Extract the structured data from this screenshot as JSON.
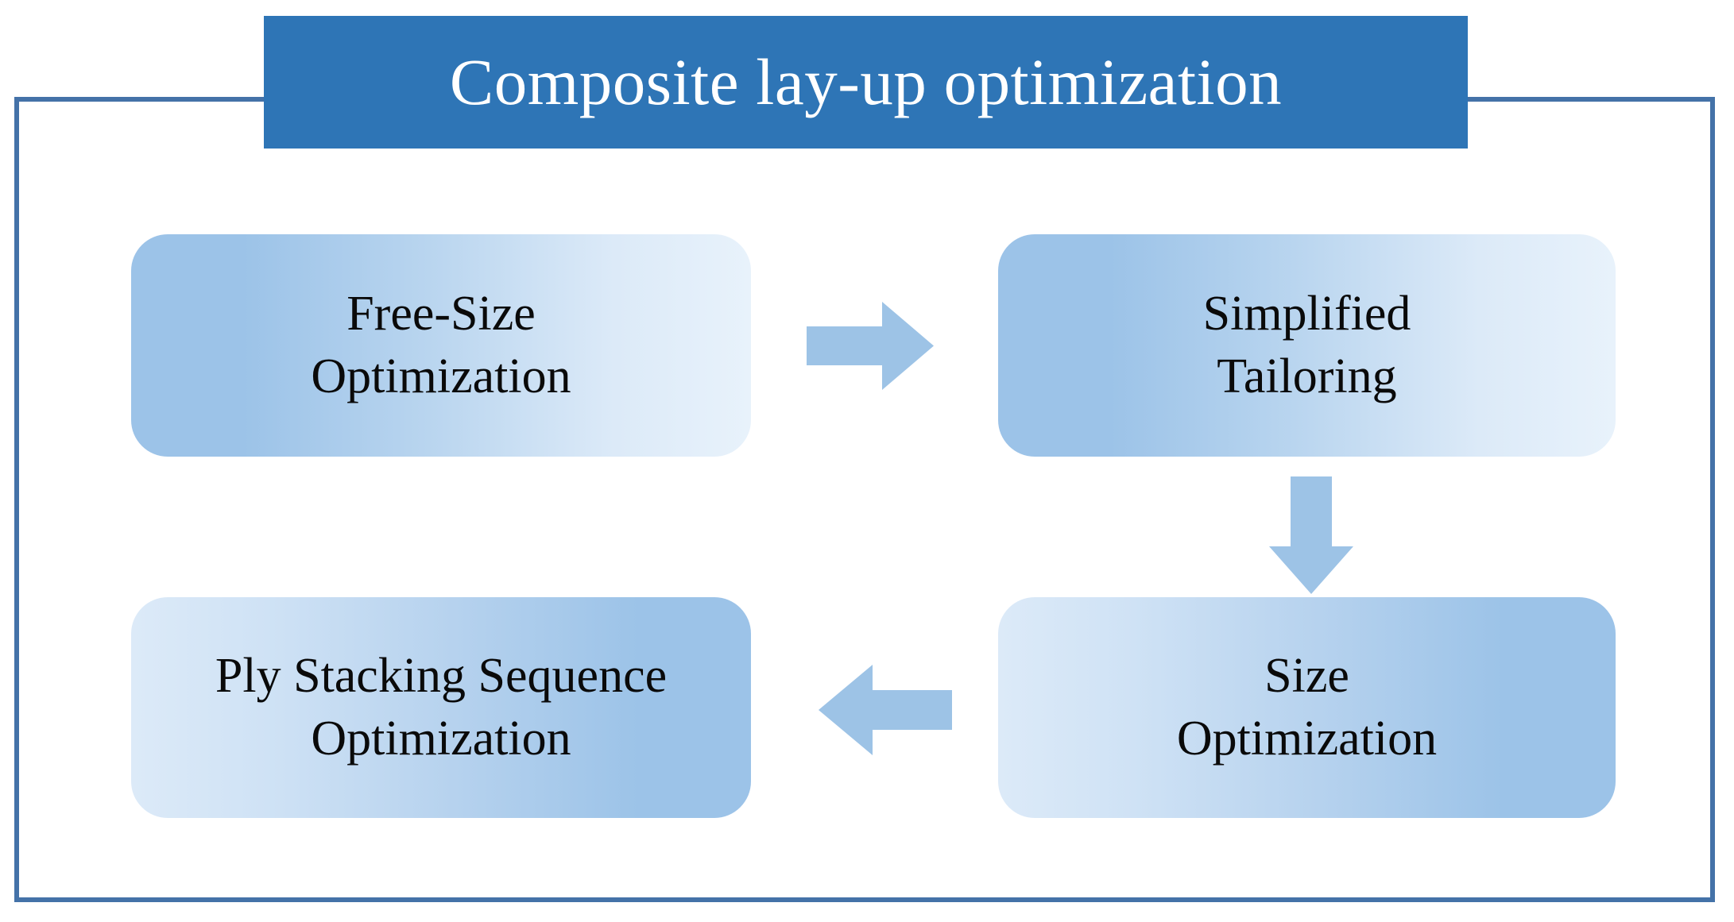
{
  "diagram": {
    "title": "Composite lay-up optimization",
    "colors": {
      "title_bar": "#2E75B6",
      "title_text": "#FFFFFF",
      "frame_border": "#4472A8",
      "box_blue": "#9CC3E8",
      "box_light": "#E8F2FB",
      "arrow_fill": "#9DC3E6",
      "box_text": "#0A0A0A",
      "background": "#FFFFFF"
    },
    "boxes": [
      {
        "id": "free-size-optimization",
        "label": "Free-Size\nOptimization",
        "position": "top-left",
        "gradient": "blue-to-light"
      },
      {
        "id": "simplified-tailoring",
        "label": "Simplified\nTailoring",
        "position": "top-right",
        "gradient": "blue-to-light"
      },
      {
        "id": "ply-stacking-sequence-optimization",
        "label": "Ply Stacking Sequence\nOptimization",
        "position": "bottom-left",
        "gradient": "light-to-blue"
      },
      {
        "id": "size-optimization",
        "label": "Size\nOptimization",
        "position": "bottom-right",
        "gradient": "light-to-blue"
      }
    ],
    "arrows": [
      {
        "id": "free-size-to-simplified-tailoring",
        "icon": "arrow-right-icon",
        "direction": "right",
        "from": "free-size-optimization",
        "to": "simplified-tailoring"
      },
      {
        "id": "simplified-tailoring-to-size-optimization",
        "icon": "arrow-down-icon",
        "direction": "down",
        "from": "simplified-tailoring",
        "to": "size-optimization"
      },
      {
        "id": "size-optimization-to-ply-stacking",
        "icon": "arrow-left-icon",
        "direction": "left",
        "from": "size-optimization",
        "to": "ply-stacking-sequence-optimization"
      }
    ]
  }
}
